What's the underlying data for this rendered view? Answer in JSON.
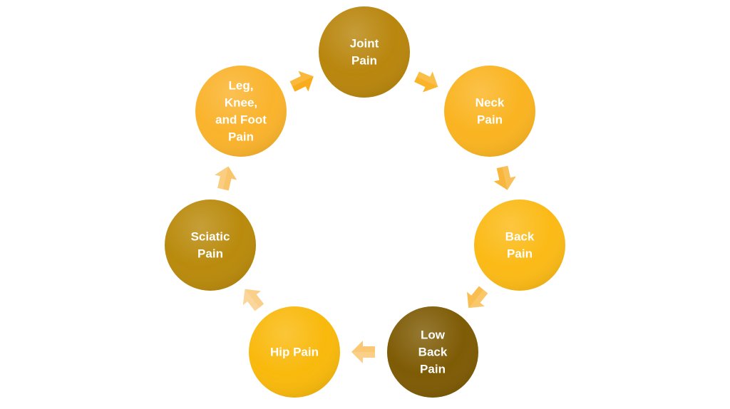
{
  "nodes": [
    {
      "id": "joint",
      "lines": [
        "Joint",
        "Pain"
      ],
      "color": "#B9860D"
    },
    {
      "id": "neck",
      "lines": [
        "Neck",
        "Pain"
      ],
      "color": "#FAB421"
    },
    {
      "id": "back",
      "lines": [
        "Back",
        "Pain"
      ],
      "color": "#FBBA16"
    },
    {
      "id": "low-back",
      "lines": [
        "Low",
        "Back",
        "Pain"
      ],
      "color": "#7E5B05"
    },
    {
      "id": "hip",
      "lines": [
        "Hip Pain"
      ],
      "color": "#F9B90C"
    },
    {
      "id": "sciatic",
      "lines": [
        "Sciatic",
        "Pain"
      ],
      "color": "#B98A0C"
    },
    {
      "id": "leg-knee-foot",
      "lines": [
        "Leg,",
        "Knee,",
        "and Foot",
        "Pain"
      ],
      "color": "#FAB32C"
    }
  ],
  "arrows": [
    {
      "from": "joint",
      "to": "neck",
      "color": "#F9B42A"
    },
    {
      "from": "neck",
      "to": "back",
      "color": "#F8B73C"
    },
    {
      "from": "back",
      "to": "low-back",
      "color": "#F9BE50"
    },
    {
      "from": "low-back",
      "to": "hip",
      "color": "#FAC874"
    },
    {
      "from": "hip",
      "to": "sciatic",
      "color": "#F9CF8A"
    },
    {
      "from": "sciatic",
      "to": "leg-knee-foot",
      "color": "#F9C56A"
    },
    {
      "from": "leg-knee-foot",
      "to": "joint",
      "color": "#F9AD1C"
    }
  ]
}
